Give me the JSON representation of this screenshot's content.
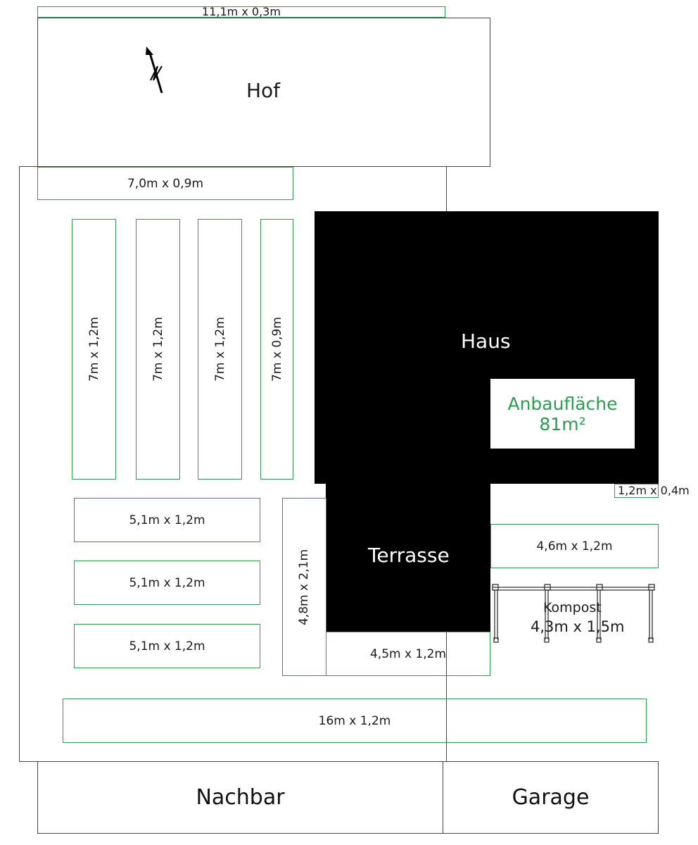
{
  "areas": {
    "hof": "Hof",
    "haus": "Haus",
    "terrasse": "Terrasse",
    "nachbar": "Nachbar",
    "garage": "Garage"
  },
  "anbau": {
    "label": "Anbaufläche",
    "value": "81",
    "unit": "m²"
  },
  "strips": {
    "top": "11,1m x 0,3m",
    "hof_edge": "7,0m x 0,9m",
    "small_right": "1,2m x 0,4m",
    "bottom": "16m x 1,2m"
  },
  "beds_vertical": [
    "7m x 1,2m",
    "7m x 1,2m",
    "7m x 1,2m",
    "7m x 0,9m"
  ],
  "beds_horizontal": [
    "5,1m x 1,2m",
    "5,1m x 1,2m",
    "5,1m x 1,2m"
  ],
  "bed_tall": "4,8m x 2,1m",
  "bed_terrasse": "4,5m x 1,2m",
  "bed_right": "4,6m x 1,2m",
  "kompost": {
    "label": "Kompost",
    "size": "4,3m x 1,5m"
  },
  "colors": {
    "bed_border": "#2e9a52",
    "building": "#000000",
    "anbau_text": "#2e9a52"
  },
  "icons": {
    "north": "north-arrow-icon"
  }
}
